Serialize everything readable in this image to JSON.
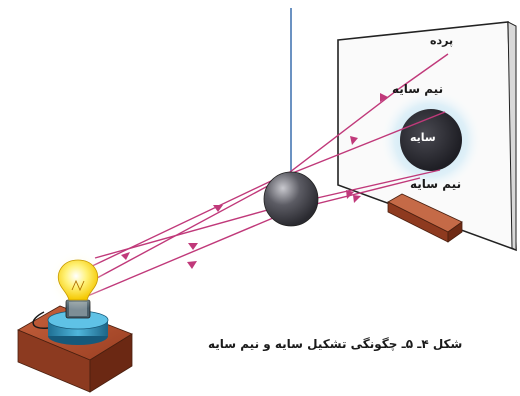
{
  "labels": {
    "screen": "پرده",
    "penumbra_top": "نیم سایه",
    "shadow": "سایه",
    "penumbra_bottom": "نیم سایه"
  },
  "caption": "شکل ۴ـ ۵ـ چگونگی تشکیل سایه و نیم سایه",
  "colors": {
    "ray": "#c0397a",
    "umbra": "#2f2f35",
    "penumbra_glow": "#b6dff2",
    "ball": "#4b4b52",
    "bulb": "#ffe45c",
    "lamp_base": "#2a8fb8",
    "brick": "#a5462a"
  }
}
